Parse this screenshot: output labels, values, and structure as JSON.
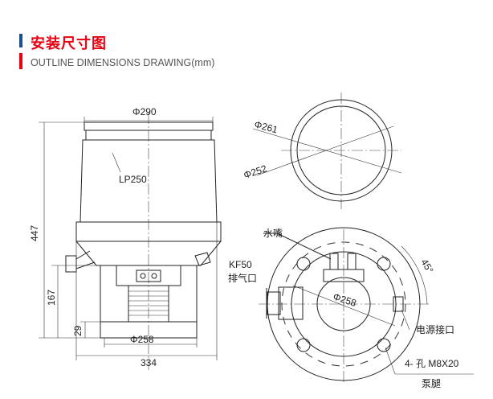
{
  "header": {
    "title": "安装尺寸图",
    "subtitle": "OUTLINE  DIMENSIONS DRAWING(mm)",
    "accent_blue": "#1d4e8f",
    "accent_red": "#e60012"
  },
  "side_view": {
    "top_diameter": "Φ290",
    "model": "LP250",
    "height_total": "447",
    "height_lower": "167",
    "height_base": "29",
    "bottom_diameter": "Φ258",
    "width_base": "334"
  },
  "top_view": {
    "outer_diameter": "Φ261",
    "inner_diameter": "Φ252"
  },
  "bottom_view": {
    "water_nozzle": "水嘴",
    "kf_label": "KF50",
    "exhaust": "排气口",
    "diameter": "Φ258",
    "angle": "45°",
    "power": "电源接口",
    "holes": "4- 孔 M8X20",
    "legs": "泵腿"
  }
}
